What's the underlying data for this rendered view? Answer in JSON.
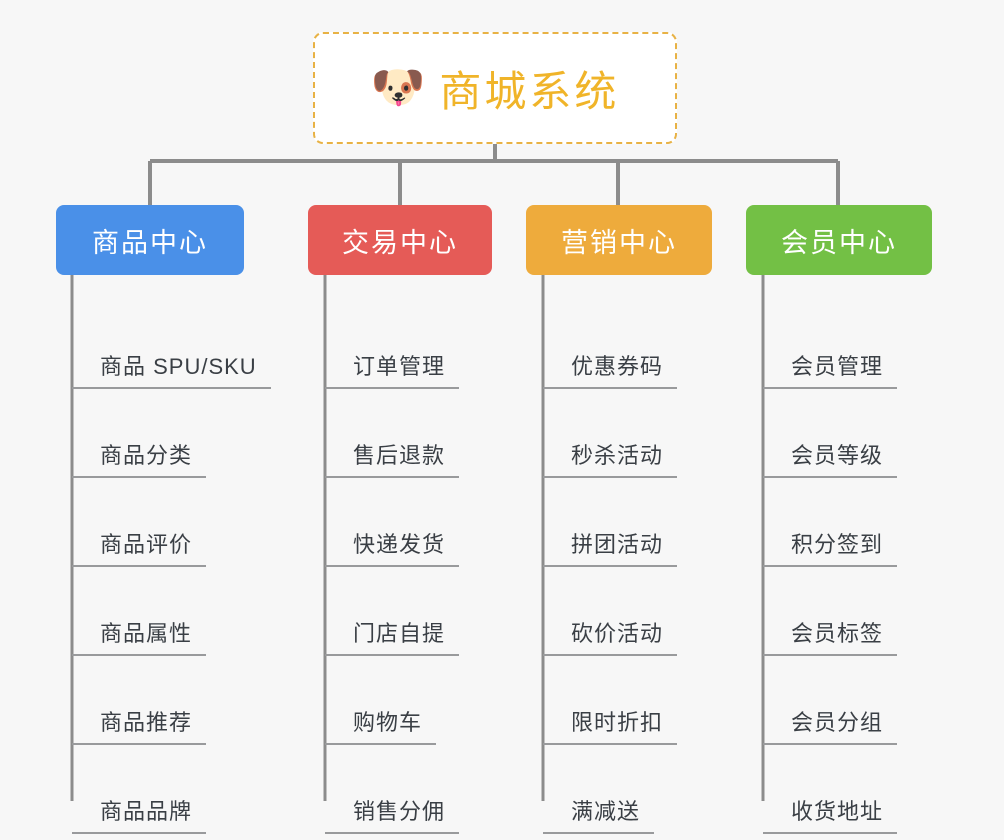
{
  "diagram": {
    "type": "org-chart",
    "title": "商城系统",
    "background_color": "#f7f7f7",
    "connector_color": "#8c8c8c"
  },
  "root": {
    "label": "商城系统",
    "icon": "🐶",
    "icon_name": "shiba-dog-face-icon",
    "text_color": "#f0b429",
    "border_color": "#e8b245",
    "background_color": "#ffffff"
  },
  "categories": [
    {
      "id": "product-center",
      "label": "商品中心",
      "color": "#4a90e8",
      "items": [
        "商品 SPU/SKU",
        "商品分类",
        "商品评价",
        "商品属性",
        "商品推荐",
        "商品品牌"
      ]
    },
    {
      "id": "trade-center",
      "label": "交易中心",
      "color": "#e55b57",
      "items": [
        "订单管理",
        "售后退款",
        "快递发货",
        "门店自提",
        "购物车",
        "销售分佣"
      ]
    },
    {
      "id": "marketing-center",
      "label": "营销中心",
      "color": "#eeab3c",
      "items": [
        "优惠券码",
        "秒杀活动",
        "拼团活动",
        "砍价活动",
        "限时折扣",
        "满减送"
      ]
    },
    {
      "id": "member-center",
      "label": "会员中心",
      "color": "#73c045",
      "items": [
        "会员管理",
        "会员等级",
        "积分签到",
        "会员标签",
        "会员分组",
        "收货地址"
      ]
    }
  ]
}
